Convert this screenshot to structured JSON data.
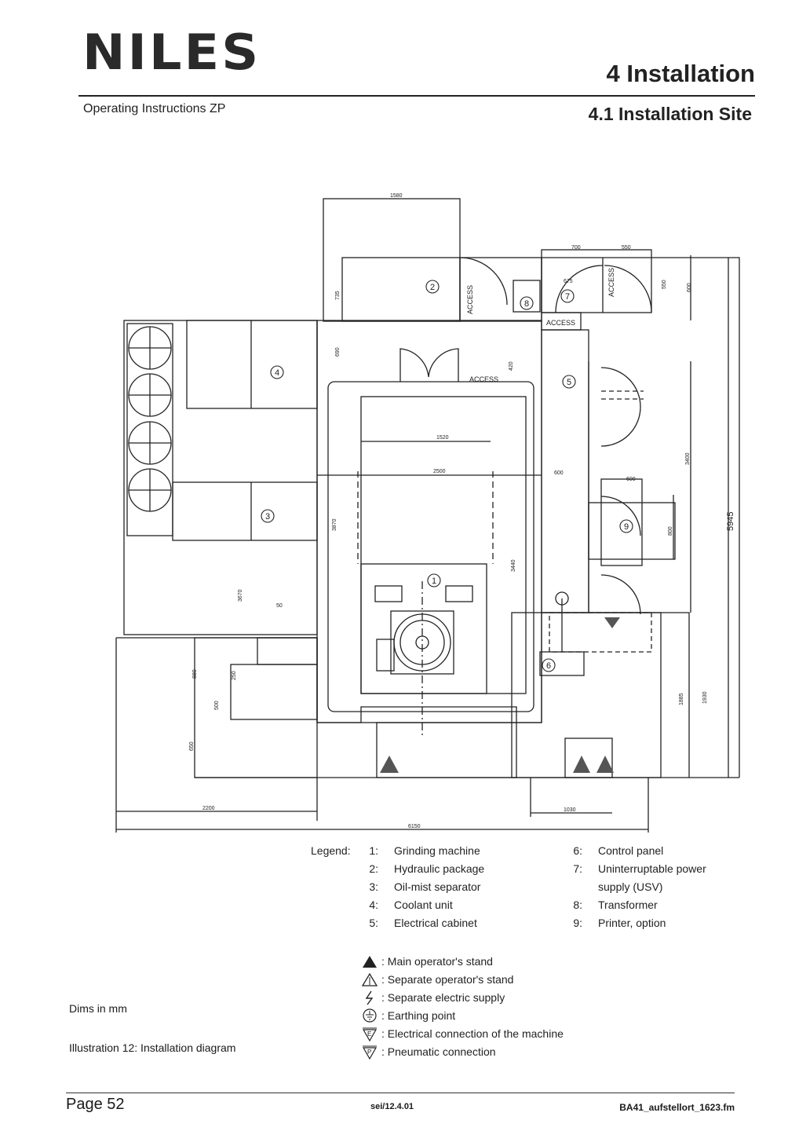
{
  "header": {
    "logo": "NILES",
    "chapter": "4 Installation",
    "subtitle": "Operating Instructions ZP",
    "section": "4.1 Installation Site"
  },
  "diagram": {
    "dims": {
      "d1580": "1580",
      "d700": "700",
      "d550": "550",
      "d675": "675",
      "d550b": "550",
      "d600a": "600",
      "d735": "735",
      "d690": "690",
      "d420": "420",
      "d1520": "1520",
      "d2500": "2500",
      "d600b": "600",
      "d600c": "600",
      "d3400": "3400",
      "d5945": "5945",
      "d800": "800",
      "d3870": "3870",
      "d3440": "3440",
      "d3670": "3670",
      "d50": "50",
      "d880": "880",
      "d250": "250",
      "d500": "500",
      "d650": "650",
      "d1885": "1885",
      "d1930": "1930",
      "d2200": "2200",
      "d1030": "1030",
      "d6150": "6150"
    },
    "access_labels": [
      "ACCESS",
      "ACCESS",
      "ACCESS",
      "ACCESS"
    ],
    "markers": [
      "1",
      "2",
      "3",
      "4",
      "5",
      "6",
      "7",
      "8",
      "9"
    ]
  },
  "legend": {
    "label": "Legend:",
    "left": [
      {
        "num": "1:",
        "text": "Grinding machine"
      },
      {
        "num": "2:",
        "text": "Hydraulic package"
      },
      {
        "num": "3:",
        "text": "Oil-mist separator"
      },
      {
        "num": "4:",
        "text": "Coolant unit"
      },
      {
        "num": "5:",
        "text": "Electrical cabinet"
      }
    ],
    "right": [
      {
        "num": "6:",
        "text": "Control panel"
      },
      {
        "num": "7:",
        "text": "Uninterruptable power"
      },
      {
        "num": "",
        "text": "supply (USV)"
      },
      {
        "num": "8:",
        "text": "Transformer"
      },
      {
        "num": "9:",
        "text": "Printer, option"
      }
    ],
    "symbols": [
      {
        "icon": "filled-triangle-icon",
        "text": ": Main operator's stand"
      },
      {
        "icon": "outline-triangle-icon",
        "text": ": Separate operator's stand"
      },
      {
        "icon": "lightning-icon",
        "text": ": Separate electric supply"
      },
      {
        "icon": "earth-icon",
        "text": ": Earthing point"
      },
      {
        "icon": "electric-connection-icon",
        "text": ": Electrical connection of the machine"
      },
      {
        "icon": "pneumatic-connection-icon",
        "text": ": Pneumatic connection"
      }
    ],
    "symbol_letters": {
      "e": "E",
      "p": "P"
    }
  },
  "notes": {
    "dims": "Dims in mm",
    "caption": "Illustration 12: Installation diagram"
  },
  "footer": {
    "page": "Page 52",
    "mid": "sei/12.4.01",
    "right": "BA41_aufstellort_1623.fm"
  }
}
